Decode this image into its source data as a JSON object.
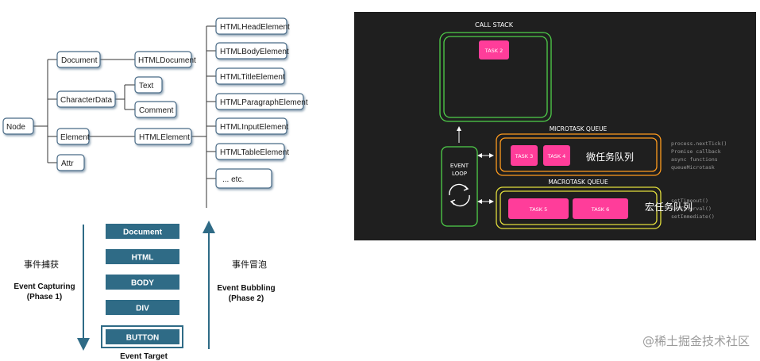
{
  "dom_tree": {
    "nodes": {
      "node": "Node",
      "document": "Document",
      "characterdata": "CharacterData",
      "element": "Element",
      "attr": "Attr",
      "htmldocument": "HTMLDocument",
      "text": "Text",
      "comment": "Comment",
      "htmlelement": "HTMLElement",
      "htmlhead": "HTMLHeadElement",
      "htmlbody": "HTMLBodyElement",
      "htmltitle": "HTMLTitleElement",
      "htmlparagraph": "HTMLParagraphElement",
      "htmlinput": "HTMLInputElement",
      "htmltable": "HTMLTableElement",
      "etc": "... etc."
    }
  },
  "event_flow": {
    "capture_cn": "事件捕获",
    "capture_en_1": "Event Capturing",
    "capture_en_2": "(Phase 1)",
    "bubble_cn": "事件冒泡",
    "bubble_en_1": "Event Bubbling",
    "bubble_en_2": "(Phase 2)",
    "levels": [
      "Document",
      "HTML",
      "BODY",
      "DIV",
      "BUTTON"
    ],
    "target_label": "Event Target",
    "colors": {
      "box": "#2f6b86",
      "arrow": "#2f6b86"
    }
  },
  "event_loop": {
    "call_stack_title": "CALL STACK",
    "call_stack_task": "TASK 2",
    "microtask_title": "MICROTASK QUEUE",
    "microtask_tasks": [
      "TASK 3",
      "TASK 4"
    ],
    "microtask_cn": "微任务队列",
    "microtask_apis": [
      "process.nextTick()",
      "Promise callback",
      "async functions",
      "queueMicrotask"
    ],
    "macrotask_title": "MACROTASK QUEUE",
    "macrotask_tasks": [
      "TASK 5",
      "TASK 6"
    ],
    "macrotask_cn": "宏任务队列",
    "macrotask_apis": [
      "setTimeout()",
      "setInterval()",
      "setImmediate()"
    ],
    "loop_label_1": "EVENT",
    "loop_label_2": "LOOP",
    "colors": {
      "bg": "#1f1f1f",
      "green": "#4fd14a",
      "orange": "#ff9b1e",
      "yellow": "#e2de3c",
      "task": "#ff3d9a"
    }
  },
  "watermark": "@稀土掘金技术社区"
}
